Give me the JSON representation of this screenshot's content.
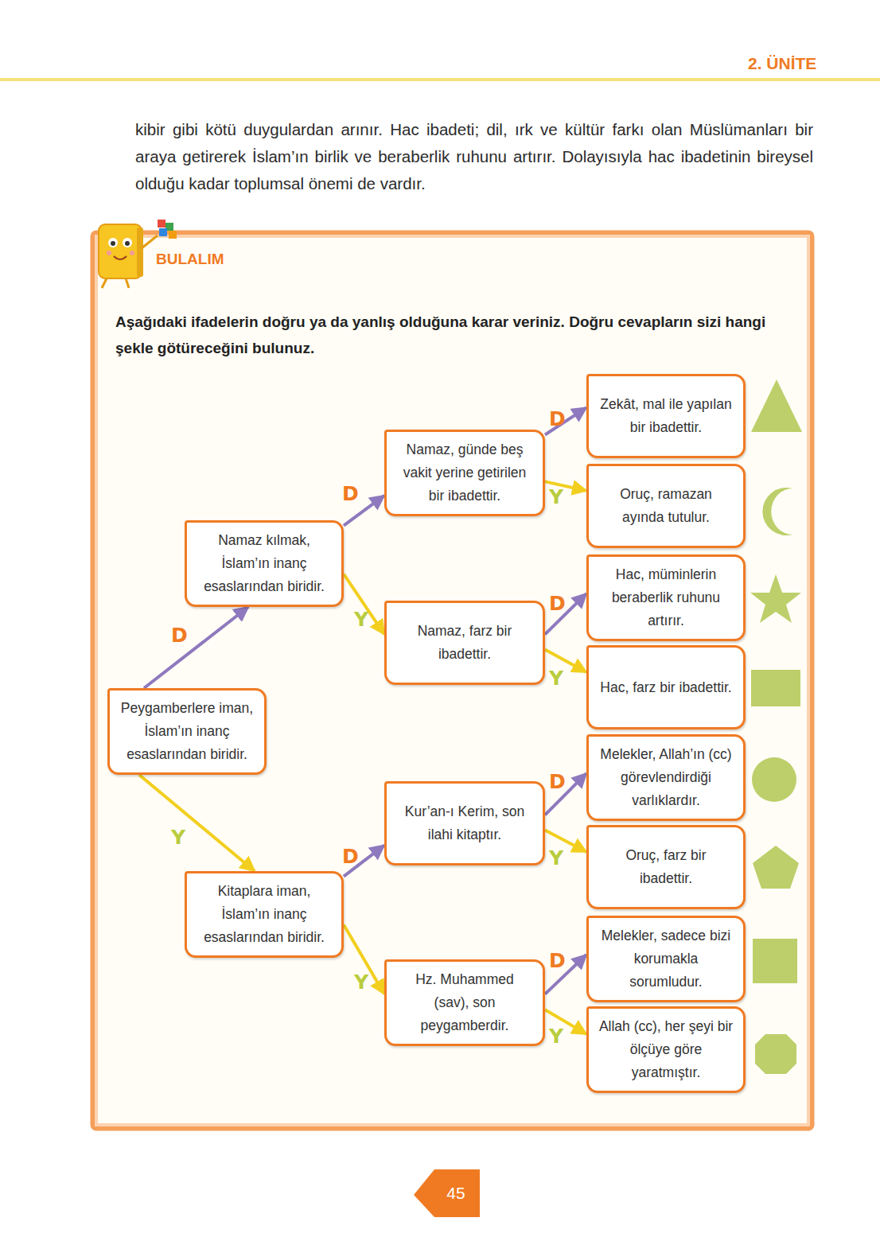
{
  "diagram": {
    "nodes": [
      {
        "text": [
          "Peygamberlere iman, İslam’ın inanç esaslarından biridir."
        ]
      },
      {
        "text": [
          "Namaz kılmak, İslam’ın inanç esaslarından biridir."
        ]
      },
      {
        "text": [
          "Namaz, günde beş vakit yerine getirilen bir ibadettir."
        ]
      },
      {
        "text": [
          "Zekât, mal ile yapılan bir ibadettir."
        ]
      },
      {
        "text": [
          "Oruç, ramazan ayında tutulur."
        ]
      },
      {
        "text": [
          "Namaz, farz bir ibadettir."
        ]
      },
      {
        "text": [
          "Hac, müminlerin beraberlik ruhunu artırır."
        ]
      },
      {
        "text": [
          "Hac, farz bir ibadettir."
        ]
      },
      {
        "text": [
          "Kitaplara iman, İslam’ın inanç esaslarından biridir."
        ]
      },
      {
        "text": [
          "Kur’an-ı Kerim, son ilahi kitaptır."
        ]
      },
      {
        "text": [
          "Melekler, Allah’ın (cc) görevlendirdiği varlıklardır."
        ]
      },
      {
        "text": [
          "Oruç, farz bir ibadettir."
        ]
      },
      {
        "text": [
          "Hz. Muhammed (sav), son peygamberdir."
        ]
      },
      {
        "text": [
          "Melekler, sadece bizi korumakla sorumludur."
        ]
      },
      {
        "text": [
          "Allah (cc), her şeyi bir ölçüye göre yaratmıştır."
        ]
      }
    ],
    "edges": [
      {
        "from": 0,
        "to": 1,
        "arrow": "to",
        "label": "D"
      },
      {
        "from": 0,
        "to": 8,
        "arrow": "to",
        "label": "Y"
      },
      {
        "from": 1,
        "to": 2,
        "arrow": "to",
        "label": "D"
      },
      {
        "from": 1,
        "to": 5,
        "arrow": "to",
        "label": "Y"
      },
      {
        "from": 2,
        "to": 3,
        "arrow": "to",
        "label": "D"
      },
      {
        "from": 2,
        "to": 4,
        "arrow": "to",
        "label": "Y"
      },
      {
        "from": 5,
        "to": 6,
        "arrow": "to",
        "label": "D"
      },
      {
        "from": 5,
        "to": 7,
        "arrow": "to",
        "label": "Y"
      },
      {
        "from": 8,
        "to": 9,
        "arrow": "to",
        "label": "D"
      },
      {
        "from": 8,
        "to": 12,
        "arrow": "to",
        "label": "Y"
      },
      {
        "from": 9,
        "to": 10,
        "arrow": "to",
        "label": "D"
      },
      {
        "from": 9,
        "to": 11,
        "arrow": "to",
        "label": "Y"
      },
      {
        "from": 12,
        "to": 13,
        "arrow": "to",
        "label": "D"
      },
      {
        "from": 12,
        "to": 14,
        "arrow": "to",
        "label": "Y"
      }
    ],
    "labels": [
      "2. ÜNİTE",
      "kibir gibi kötü duygulardan arınır. Hac ibadeti; dil, ırk ve kültür farkı olan Müslümanları bir araya getirerek İslam’ın birlik ve beraberlik ruhunu artırır. Dolayısıyla hac ibadetinin bireysel olduğu kadar toplumsal önemi de vardır.",
      "BULALIM",
      "Aşağıdaki ifadelerin doğru ya da yanlış olduğuna karar veriniz. Doğru cevapların sizi hangi şekle götüreceğini bulunuz.",
      "45"
    ]
  }
}
